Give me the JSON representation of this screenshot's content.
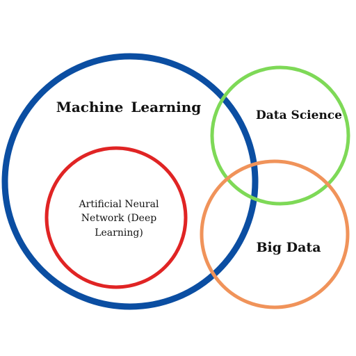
{
  "diagram": {
    "sets": [
      {
        "id": "machine-learning",
        "label": "Machine  Learning",
        "color": "#0b4ea2"
      },
      {
        "id": "data-science",
        "label": "Data Science",
        "color": "#7ed957"
      },
      {
        "id": "ann",
        "label": "Artificial Neural Network (Deep Learning)",
        "color": "#e02424"
      },
      {
        "id": "big-data",
        "label": "Big Data",
        "color": "#f0935a"
      }
    ]
  }
}
